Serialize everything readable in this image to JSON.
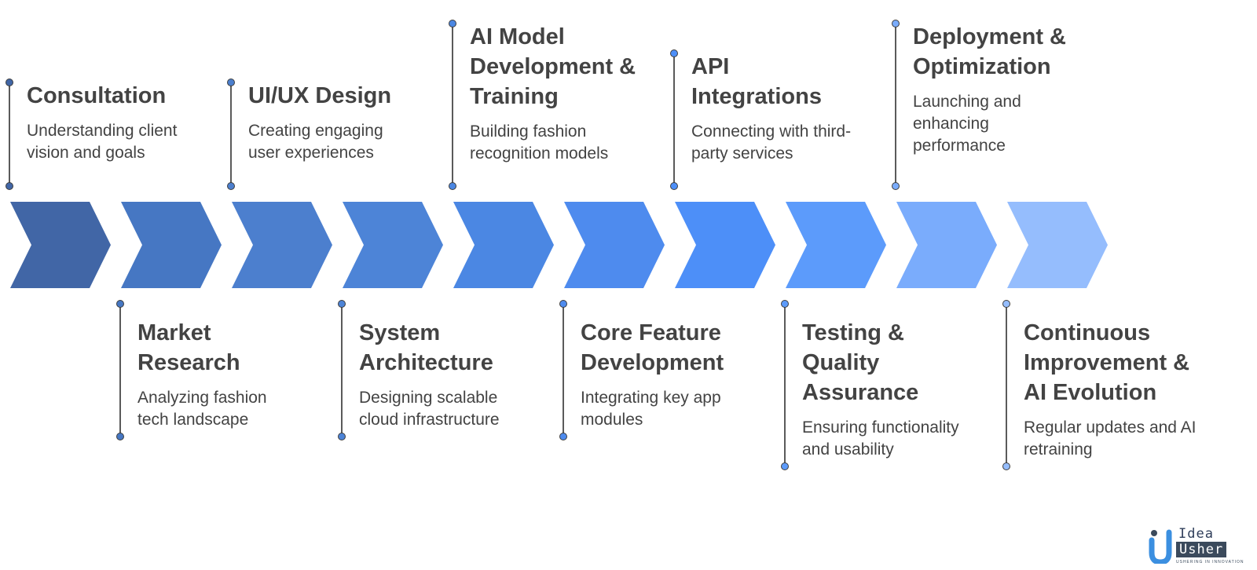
{
  "diagram": {
    "type": "process-chevron-timeline",
    "steps": [
      {
        "title": "Consultation",
        "description": "Understanding client vision and goals",
        "position": "top",
        "color": "#4166a6"
      },
      {
        "title": "Market Research",
        "description": "Analyzing fashion tech landscape",
        "position": "bottom",
        "color": "#4677c3"
      },
      {
        "title": "UI/UX Design",
        "description": "Creating engaging user experiences",
        "position": "top",
        "color": "#4c7fce"
      },
      {
        "title": "System Architecture",
        "description": "Designing scalable cloud infrastructure",
        "position": "bottom",
        "color": "#4d84d7"
      },
      {
        "title": "AI Model Development & Training",
        "description": "Building fashion recognition models",
        "position": "top",
        "color": "#4b87e3"
      },
      {
        "title": "Core Feature Development",
        "description": "Integrating key app modules",
        "position": "bottom",
        "color": "#4e8bee"
      },
      {
        "title": "API Integrations",
        "description": "Connecting with third-party services",
        "position": "top",
        "color": "#4d8ff8"
      },
      {
        "title": "Testing & Quality Assurance",
        "description": "Ensuring functionality and usability",
        "position": "bottom",
        "color": "#5c9bfb"
      },
      {
        "title": "Deployment & Optimization",
        "description": "Launching and enhancing performance",
        "position": "top",
        "color": "#7aacfc"
      },
      {
        "title": "Continuous Improvement & AI Evolution",
        "description": "Regular updates and AI retraining",
        "position": "bottom",
        "color": "#95bdfd"
      }
    ]
  },
  "logo": {
    "line1": "Idea",
    "line2": "Usher",
    "tagline": "USHERING IN INNOVATION",
    "colors": {
      "primary": "#3b4a5c",
      "accent": "#3b8fe0"
    }
  }
}
